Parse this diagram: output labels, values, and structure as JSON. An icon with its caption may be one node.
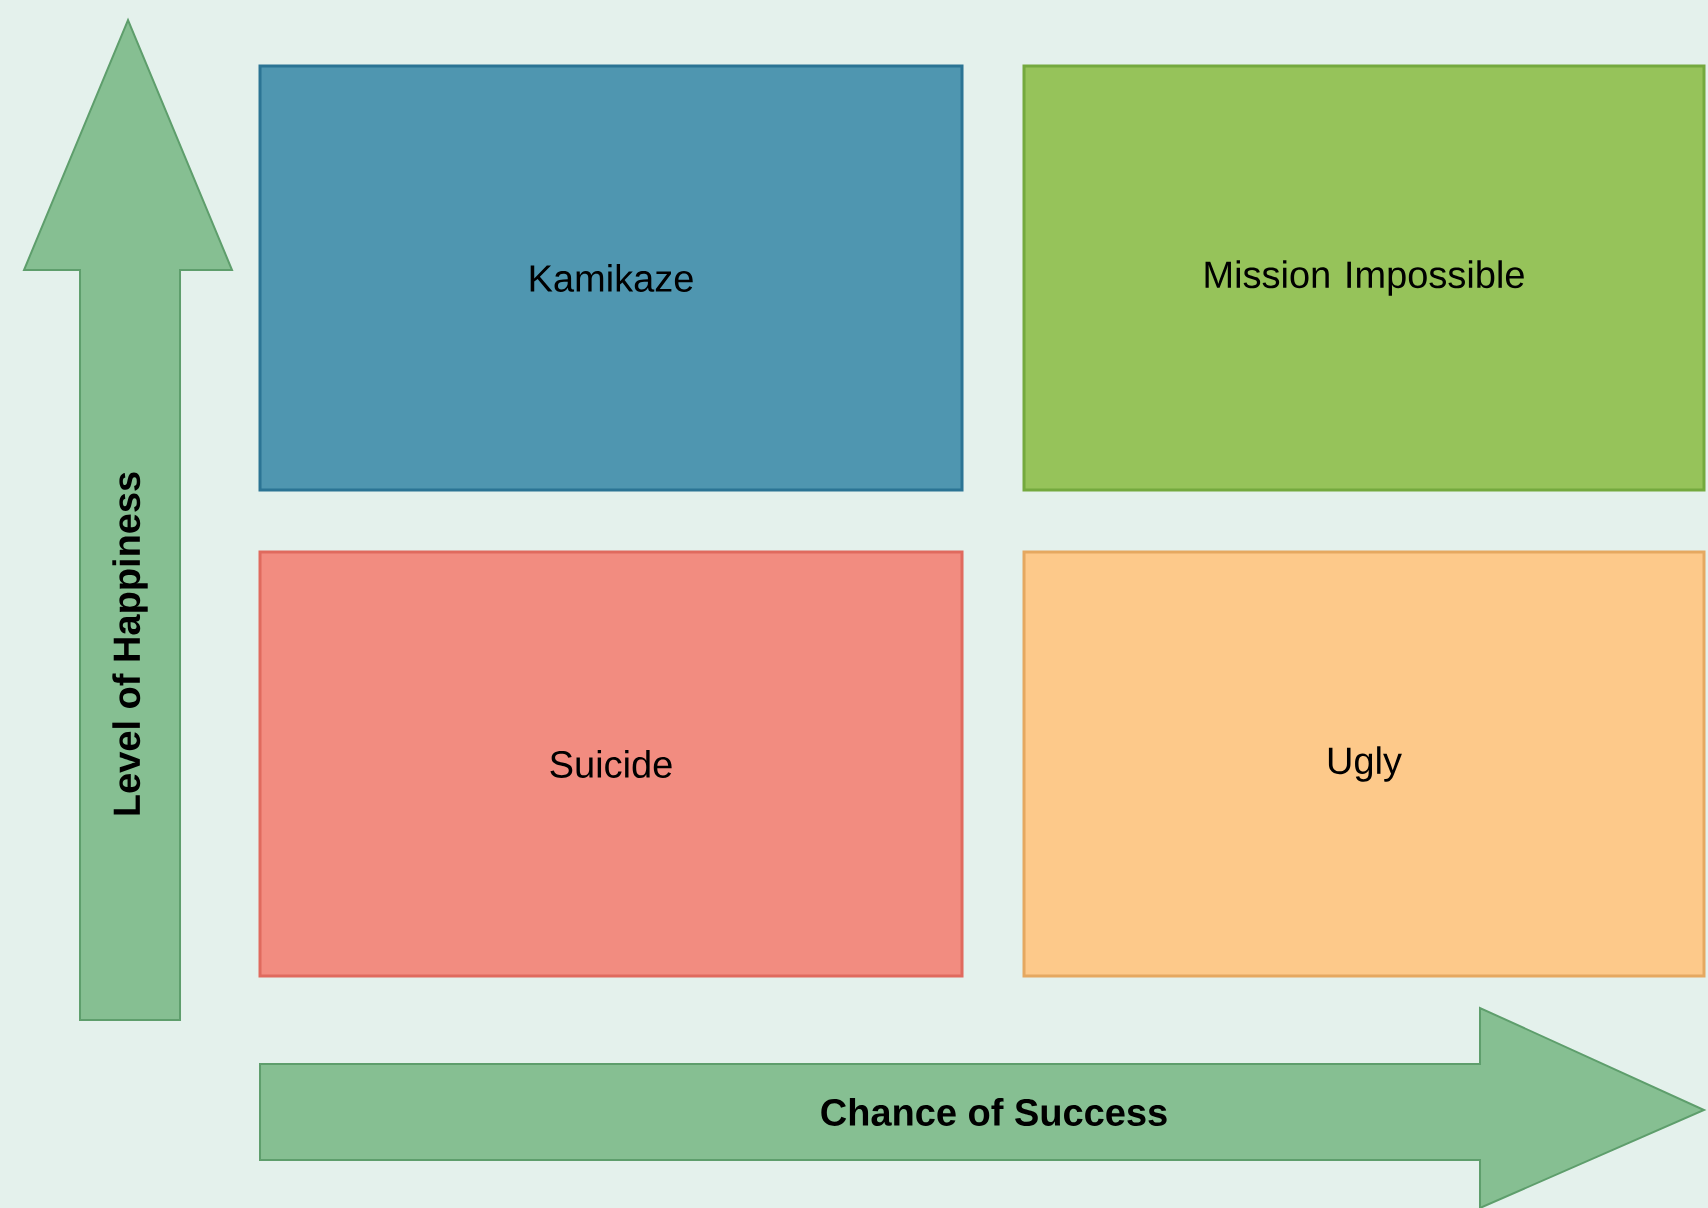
{
  "diagram": {
    "nodes": [
      {
        "text": [
          "Kamikaze"
        ]
      },
      {
        "text": [
          "Mission Impossible"
        ]
      },
      {
        "text": [
          "Suicide"
        ]
      },
      {
        "text": [
          "Ugly"
        ]
      },
      {
        "text": [
          "Level of Happiness"
        ]
      },
      {
        "text": [
          "Chance of Success"
        ]
      }
    ]
  }
}
